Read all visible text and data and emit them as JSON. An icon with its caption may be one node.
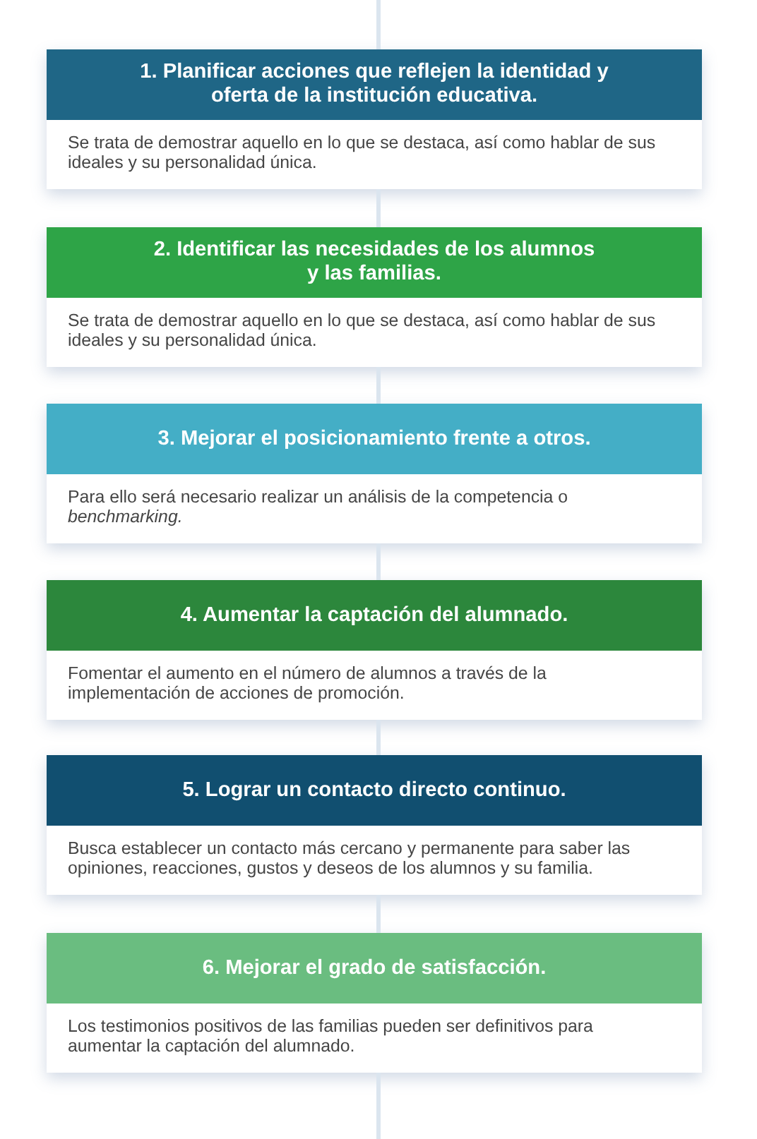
{
  "diagram": {
    "nodes": [
      {
        "text": [
          "1. Planificar acciones que reflejen la identidad y oferta de la institución educativa.",
          "Se trata de demostrar aquello en lo que se destaca, así como hablar de sus ideales y su personalidad única."
        ]
      },
      {
        "text": [
          "2. Identificar las necesidades de los alumnos y las familias.",
          "Se trata de demostrar aquello en lo que se destaca, así como hablar de sus ideales y su personalidad única."
        ]
      },
      {
        "text": [
          "3. Mejorar el posicionamiento frente a otros.",
          "Para ello será necesario realizar un análisis de la competencia o *benchmarking.*"
        ]
      },
      {
        "text": [
          "4. Aumentar la captación del alumnado.",
          "Fomentar el aumento en el número de alumnos a través de la implementación de acciones de promoción."
        ]
      },
      {
        "text": [
          "5. Lograr un contacto directo continuo.",
          "Busca establecer un contacto más cercano y permanente para saber las opiniones, reacciones, gustos y deseos de los alumnos y su familia."
        ]
      },
      {
        "text": [
          "6. Mejorar el grado de satisfacción.",
          "Los testimonios positivos de las familias pueden ser definitivos para aumentar la captación del alumnado."
        ]
      }
    ],
    "edges": [
      {
        "from": null,
        "to": 0,
        "arrow": "none"
      },
      {
        "from": 0,
        "to": 1,
        "arrow": "none"
      },
      {
        "from": 1,
        "to": 2,
        "arrow": "none"
      },
      {
        "from": 2,
        "to": 3,
        "arrow": "none"
      },
      {
        "from": 3,
        "to": 4,
        "arrow": "none"
      },
      {
        "from": 4,
        "to": 5,
        "arrow": "none"
      },
      {
        "from": 5,
        "to": null,
        "arrow": "none"
      }
    ]
  }
}
